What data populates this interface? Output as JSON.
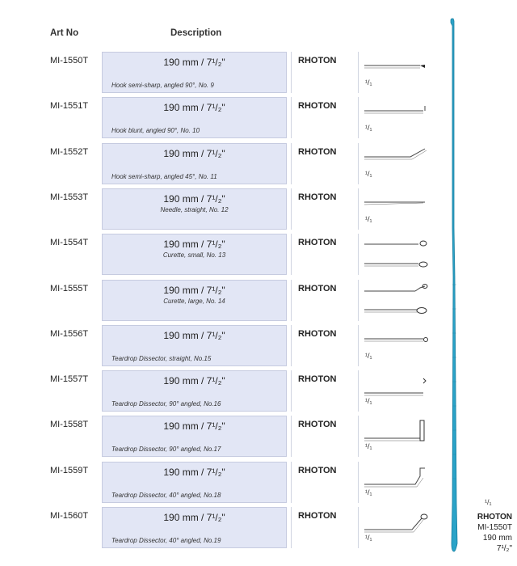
{
  "headers": {
    "art_no": "Art No",
    "description": "Description"
  },
  "rows": [
    {
      "art": "MI-1550T",
      "size": "190 mm / 7¹/₂\"",
      "desc": "Hook semi-sharp, angled 90°, No. 9",
      "desc_pos": "bottom",
      "brand": "RHOTON",
      "scale": "¹/₁",
      "icon": "hook-semi-sharp-90-icon"
    },
    {
      "art": "MI-1551T",
      "size": "190 mm / 7¹/₂\"",
      "desc": "Hook blunt, angled 90°, No. 10",
      "desc_pos": "bottom",
      "brand": "RHOTON",
      "scale": "¹/₁",
      "icon": "hook-blunt-90-icon"
    },
    {
      "art": "MI-1552T",
      "size": "190 mm / 7¹/₂\"",
      "desc": "Hook semi-sharp, angled 45°, No. 11",
      "desc_pos": "bottom",
      "brand": "RHOTON",
      "scale": "¹/₁",
      "icon": "hook-semi-sharp-45-icon"
    },
    {
      "art": "MI-1553T",
      "size": "190 mm / 7¹/₂\"",
      "desc": "Needle, straight, No. 12",
      "desc_pos": "center",
      "brand": "RHOTON",
      "scale": "¹/₁",
      "icon": "needle-straight-icon"
    },
    {
      "art": "MI-1554T",
      "size": "190 mm / 7¹/₂\"",
      "desc": "Curette, small, No. 13",
      "desc_pos": "center",
      "brand": "RHOTON",
      "scale": "",
      "icon": "curette-small-icon"
    },
    {
      "art": "MI-1555T",
      "size": "190 mm / 7¹/₂\"",
      "desc": "Curette, large, No. 14",
      "desc_pos": "center",
      "brand": "RHOTON",
      "scale": "",
      "icon": "curette-large-icon"
    },
    {
      "art": "MI-1556T",
      "size": "190 mm / 7¹/₂\"",
      "desc": "Teardrop Dissector, straight, No.15",
      "desc_pos": "bottom",
      "brand": "RHOTON",
      "scale": "¹/₁",
      "icon": "teardrop-straight-icon"
    },
    {
      "art": "MI-1557T",
      "size": "190 mm / 7¹/₂\"",
      "desc": "Teardrop Dissector, 90° angled, No.16",
      "desc_pos": "bottom",
      "brand": "RHOTON",
      "scale": "¹/₁",
      "icon": "teardrop-90-icon"
    },
    {
      "art": "MI-1558T",
      "size": "190 mm / 7¹/₂\"",
      "desc": "Teardrop Dissector, 90° angled, No.17",
      "desc_pos": "bottom",
      "brand": "RHOTON",
      "scale": "¹/₁",
      "icon": "teardrop-90-large-icon"
    },
    {
      "art": "MI-1559T",
      "size": "190 mm / 7¹/₂\"",
      "desc": "Teardrop Dissector, 40° angled, No.18",
      "desc_pos": "bottom",
      "brand": "RHOTON",
      "scale": "¹/₁",
      "icon": "teardrop-40-icon"
    },
    {
      "art": "MI-1560T",
      "size": "190 mm / 7¹/₂\"",
      "desc": "Teardrop Dissector, 40° angled, No.19",
      "desc_pos": "bottom",
      "brand": "RHOTON",
      "scale": "¹/₁",
      "icon": "teardrop-40-large-icon"
    }
  ],
  "bottom": {
    "scale": "¹/₁",
    "brand": "RHOTON",
    "art": "MI-1550T",
    "size_mm": "190 mm",
    "size_in": "7¹/₂\""
  },
  "colors": {
    "instrument": "#2aa3c8",
    "instrument_dark": "#1b7fa0",
    "desc_bg": "#e2e6f5"
  }
}
